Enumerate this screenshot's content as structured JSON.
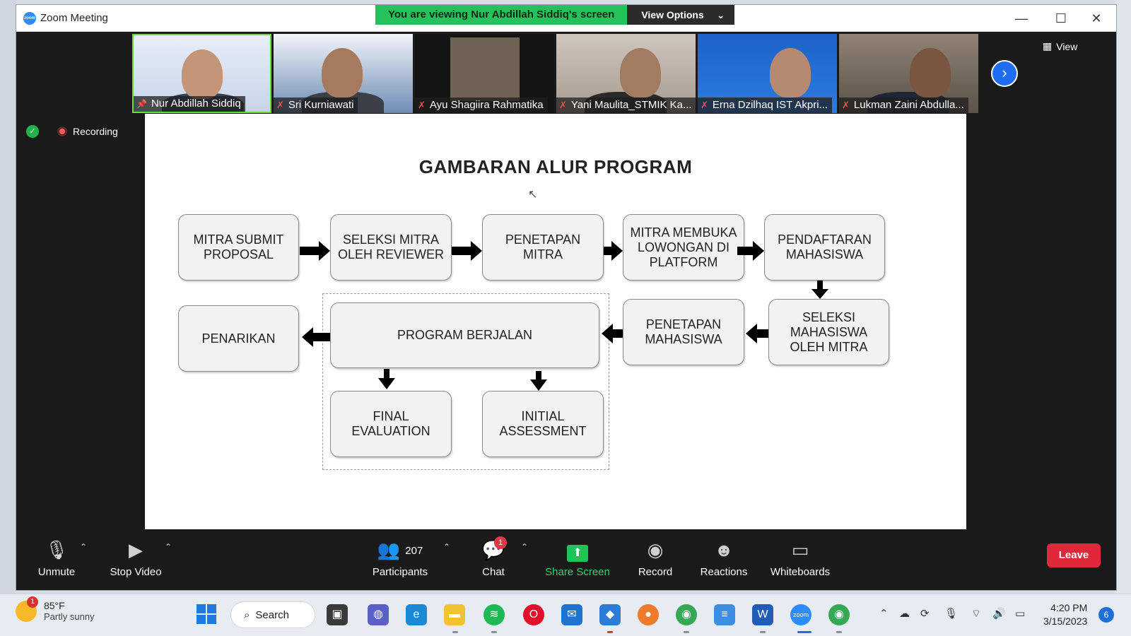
{
  "window": {
    "app_title": "Zoom Meeting",
    "logo_text": "zoom"
  },
  "share_banner": {
    "text": "You are viewing Nur Abdillah Siddiq's screen",
    "view_options": "View Options"
  },
  "participants_strip": [
    {
      "name": "Nur Abdillah Siddiq",
      "state": "pinned-speaking"
    },
    {
      "name": "Sri Kurniawati",
      "state": "muted"
    },
    {
      "name": "Ayu Shagiira Rahmatika",
      "state": "muted"
    },
    {
      "name": "Yani Maulita_STMIK Ka...",
      "state": "muted"
    },
    {
      "name": "Erna Dzilhaq IST Akpri...",
      "state": "muted"
    },
    {
      "name": "Lukman Zaini Abdulla...",
      "state": "muted"
    }
  ],
  "view_button": "View",
  "recording": {
    "label": "Recording"
  },
  "slide": {
    "title": "GAMBARAN ALUR PROGRAM",
    "boxes": {
      "b1": "MITRA SUBMIT PROPOSAL",
      "b2": "SELEKSI MITRA OLEH REVIEWER",
      "b3": "PENETAPAN MITRA",
      "b4": "MITRA MEMBUKA LOWONGAN DI PLATFORM",
      "b5": "PENDAFTARAN MAHASISWA",
      "b6": "SELEKSI MAHASISWA OLEH MITRA",
      "b7": "PENETAPAN MAHASISWA",
      "b8": "PROGRAM BERJALAN",
      "b9": "PENARIKAN",
      "b10": "FINAL EVALUATION",
      "b11": "INITIAL ASSESSMENT"
    }
  },
  "toolbar": {
    "unmute": "Unmute",
    "stop_video": "Stop Video",
    "participants": "Participants",
    "participants_count": "207",
    "chat": "Chat",
    "chat_badge": "1",
    "share_screen": "Share Screen",
    "record": "Record",
    "reactions": "Reactions",
    "whiteboards": "Whiteboards",
    "leave": "Leave"
  },
  "taskbar": {
    "weather_temp": "85°F",
    "weather_desc": "Partly sunny",
    "weather_badge": "1",
    "search": "Search",
    "time": "4:20 PM",
    "date": "3/15/2023",
    "notification_count": "6"
  },
  "colors": {
    "zoom_blue": "#2d8cff",
    "share_green": "#27c15b",
    "leave_red": "#e0283a"
  }
}
